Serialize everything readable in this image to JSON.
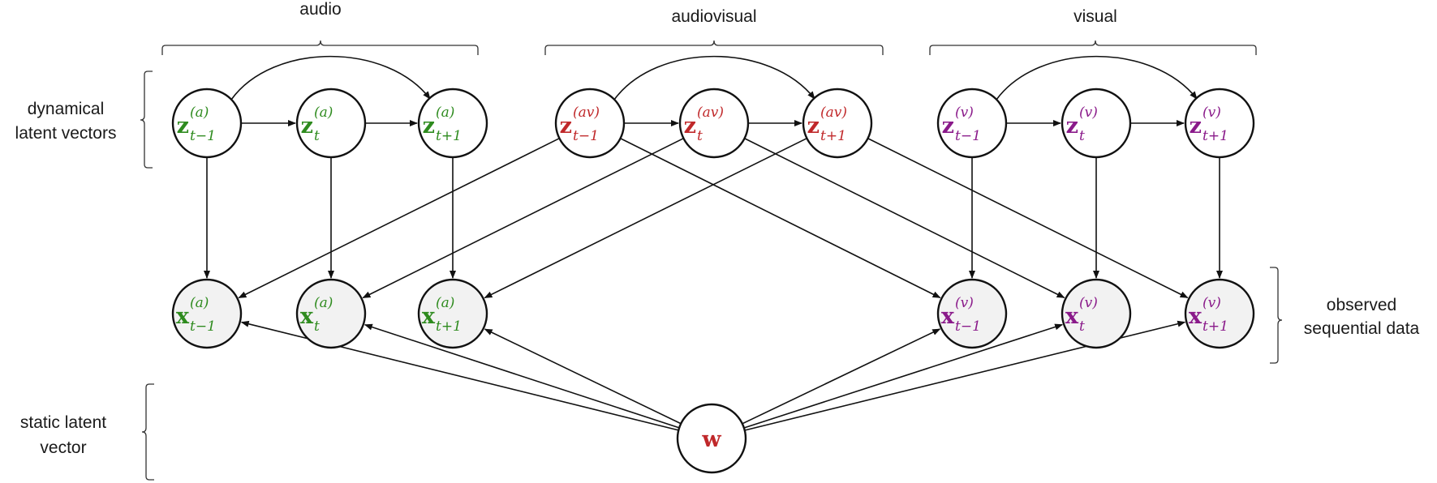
{
  "colors": {
    "audio": "#2e8b1e",
    "audiovisual": "#c0282a",
    "visual": "#8a1a8a"
  },
  "group_labels": {
    "audio": "audio",
    "audiovisual": "audiovisual",
    "visual": "visual"
  },
  "side_labels": {
    "dynamical_line1": "dynamical",
    "dynamical_line2": "latent vectors",
    "observed_line1": "observed",
    "observed_line2": "sequential data",
    "static_line1": "static latent",
    "static_line2": "vector"
  },
  "nodes": {
    "z_a_tm1": {
      "var": "z",
      "sup": "(a)",
      "sub": "t−1"
    },
    "z_a_t": {
      "var": "z",
      "sup": "(a)",
      "sub": "t"
    },
    "z_a_tp1": {
      "var": "z",
      "sup": "(a)",
      "sub": "t+1"
    },
    "z_av_tm1": {
      "var": "z",
      "sup": "(av)",
      "sub": "t−1"
    },
    "z_av_t": {
      "var": "z",
      "sup": "(av)",
      "sub": "t"
    },
    "z_av_tp1": {
      "var": "z",
      "sup": "(av)",
      "sub": "t+1"
    },
    "z_v_tm1": {
      "var": "z",
      "sup": "(v)",
      "sub": "t−1"
    },
    "z_v_t": {
      "var": "z",
      "sup": "(v)",
      "sub": "t"
    },
    "z_v_tp1": {
      "var": "z",
      "sup": "(v)",
      "sub": "t+1"
    },
    "x_a_tm1": {
      "var": "x",
      "sup": "(a)",
      "sub": "t−1"
    },
    "x_a_t": {
      "var": "x",
      "sup": "(a)",
      "sub": "t"
    },
    "x_a_tp1": {
      "var": "x",
      "sup": "(a)",
      "sub": "t+1"
    },
    "x_v_tm1": {
      "var": "x",
      "sup": "(v)",
      "sub": "t−1"
    },
    "x_v_t": {
      "var": "x",
      "sup": "(v)",
      "sub": "t"
    },
    "x_v_tp1": {
      "var": "x",
      "sup": "(v)",
      "sub": "t+1"
    },
    "w": {
      "var": "w",
      "sup": "",
      "sub": ""
    }
  }
}
